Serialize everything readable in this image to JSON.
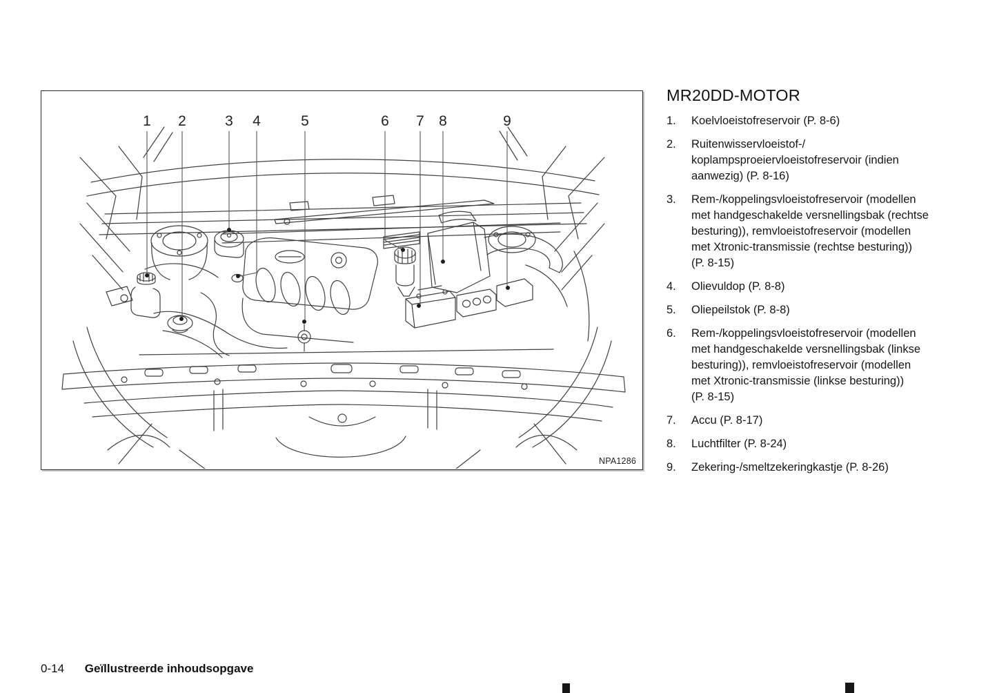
{
  "figure": {
    "code": "NPA1286",
    "callouts": [
      "1",
      "2",
      "3",
      "4",
      "5",
      "6",
      "7",
      "8",
      "9"
    ]
  },
  "legend": {
    "title": "MR20DD-MOTOR",
    "items": [
      {
        "num": "1.",
        "text": "Koelvloeistofreservoir (P. 8-6)"
      },
      {
        "num": "2.",
        "text": "Ruitenwisservloeistof-/\nkoplampsproeiervloeistofreservoir (indien\naanwezig) (P. 8-16)"
      },
      {
        "num": "3.",
        "text": "Rem-/koppelingsvloeistofreservoir (modellen\nmet handgeschakelde versnellingsbak (rechtse\nbesturing)), remvloeistofreservoir (modellen\nmet Xtronic-transmissie (rechtse besturing))\n(P. 8-15)"
      },
      {
        "num": "4.",
        "text": "Olievuldop (P. 8-8)"
      },
      {
        "num": "5.",
        "text": "Oliepeilstok (P. 8-8)"
      },
      {
        "num": "6.",
        "text": "Rem-/koppelingsvloeistofreservoir (modellen\nmet handgeschakelde versnellingsbak (linkse\nbesturing)), remvloeistofreservoir (modellen\nmet Xtronic-transmissie (linkse besturing))\n(P. 8-15)"
      },
      {
        "num": "7.",
        "text": "Accu (P. 8-17)"
      },
      {
        "num": "8.",
        "text": "Luchtfilter (P. 8-24)"
      },
      {
        "num": "9.",
        "text": "Zekering-/smeltzekeringkastje (P. 8-26)"
      }
    ]
  },
  "footer": {
    "page_number": "0-14",
    "section_title": "Geïllustreerde inhoudsopgave"
  }
}
